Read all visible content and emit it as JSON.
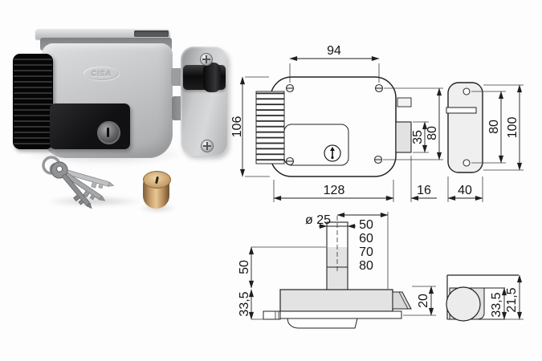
{
  "photo": {
    "brand": "CISA"
  },
  "dims": {
    "front": {
      "top_width": "94",
      "height": "106",
      "bottom_width": "128",
      "bolt_throw": "16",
      "bolt_height": "35",
      "hole_spacing": "80"
    },
    "strike_side": {
      "hole_spacing": "80",
      "height": "100",
      "width": "40"
    },
    "section": {
      "cylinder_diameter": "ø 25",
      "lengths": [
        "50",
        "60",
        "70",
        "80"
      ],
      "upper": "50",
      "body_height": "33,5",
      "bolt": "20"
    },
    "strike_top": {
      "inner": "33,5",
      "outer": "21,5"
    }
  }
}
